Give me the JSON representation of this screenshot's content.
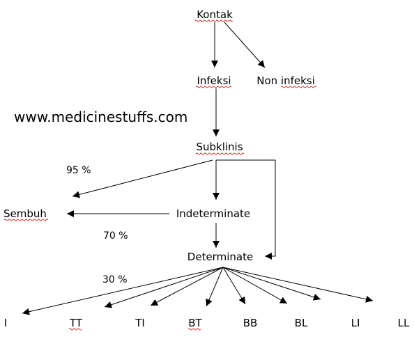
{
  "watermark": "www.medicinestuffs.com",
  "nodes": {
    "kontak": "Kontak",
    "infeksi": "Infeksi",
    "non_infeksi": "Non infeksi",
    "subklinis": "Subklinis",
    "sembuh": "Sembuh",
    "indeterminate": "Indeterminate",
    "determinate": "Determinate"
  },
  "percentages": {
    "p95": "95 %",
    "p70": "70 %",
    "p30": "30 %"
  },
  "leprosy_types": [
    "I",
    "TT",
    "TI",
    "BT",
    "BB",
    "BL",
    "LI",
    "LL"
  ],
  "colors": {
    "text": "#000000",
    "lines": "#000000",
    "spellcheck_underline": "#d9261c"
  }
}
